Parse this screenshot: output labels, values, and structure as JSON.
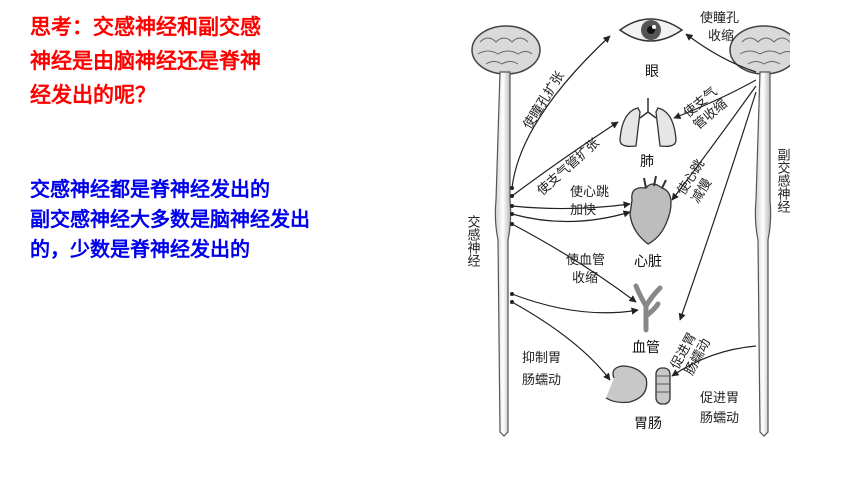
{
  "question": {
    "lines": [
      "思考：交感神经和副交感",
      "神经是由脑神经还是脊神",
      "经发出的呢？"
    ],
    "color": "#ff0000"
  },
  "answer": {
    "lines": [
      "交感神经都是脊神经发出的",
      "副交感神经大多数是脑神经发出",
      "的，少数是脊神经发出的"
    ],
    "color": "#0000ee"
  },
  "diagram": {
    "left_nerve": "交感神经",
    "right_nerve": "副交感神经",
    "organs": {
      "eye": "眼",
      "lung": "肺",
      "heart": "心脏",
      "vessel": "血管",
      "gut": "胃肠"
    },
    "sympathetic": {
      "eye": "使瞳孔扩张",
      "lung": "使支气管扩张",
      "heart": [
        "使心跳",
        "加快"
      ],
      "vessel": [
        "使血管",
        "收缩"
      ],
      "gut": [
        "抑制胃",
        "肠蠕动"
      ]
    },
    "parasympathetic": {
      "eye": [
        "使瞳孔",
        "收缩"
      ],
      "lung": [
        "使支气",
        "管收缩"
      ],
      "heart": [
        "使心跳",
        "减慢"
      ],
      "gut_upper": [
        "促进胃",
        "肠蠕动"
      ],
      "gut_lower": [
        "促进胃",
        "肠蠕动"
      ]
    }
  }
}
